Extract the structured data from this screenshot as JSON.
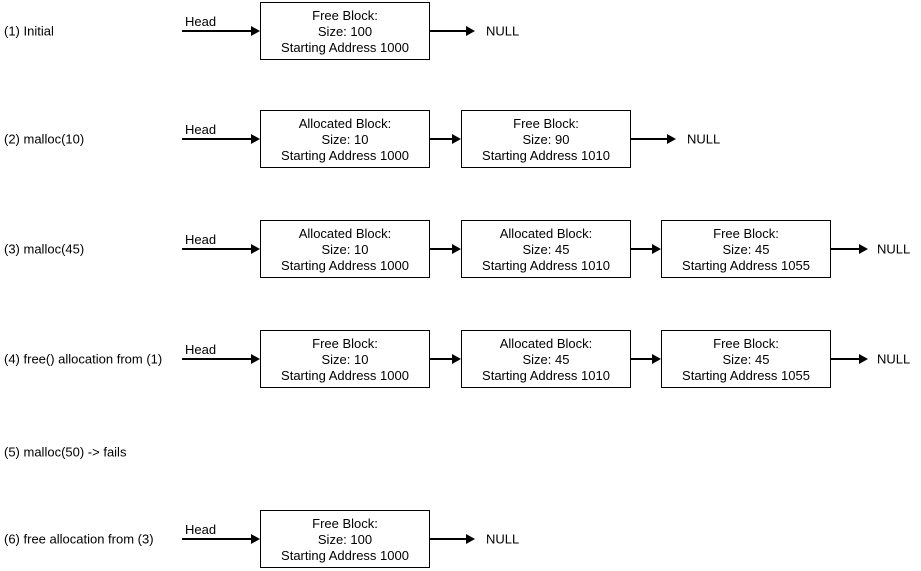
{
  "colors": {
    "background": "#ffffff",
    "line": "#000000",
    "text": "#000000",
    "box_fill": "#ffffff"
  },
  "rows": [
    {
      "label": "(1) Initial",
      "head": "Head",
      "null_text": "NULL",
      "blocks": [
        {
          "title": "Free Block:",
          "size": "Size: 100",
          "address": "Starting Address 1000"
        }
      ]
    },
    {
      "label": "(2) malloc(10)",
      "head": "Head",
      "null_text": "NULL",
      "blocks": [
        {
          "title": "Allocated Block:",
          "size": "Size: 10",
          "address": "Starting Address 1000"
        },
        {
          "title": "Free Block:",
          "size": "Size: 90",
          "address": "Starting Address 1010"
        }
      ]
    },
    {
      "label": "(3) malloc(45)",
      "head": "Head",
      "null_text": "NULL",
      "blocks": [
        {
          "title": "Allocated Block:",
          "size": "Size: 10",
          "address": "Starting Address 1000"
        },
        {
          "title": "Allocated Block:",
          "size": "Size: 45",
          "address": "Starting Address 1010"
        },
        {
          "title": "Free Block:",
          "size": "Size: 45",
          "address": "Starting Address 1055"
        }
      ]
    },
    {
      "label": "(4) free() allocation from (1)",
      "head": "Head",
      "null_text": "NULL",
      "blocks": [
        {
          "title": "Free Block:",
          "size": "Size: 10",
          "address": "Starting Address 1000"
        },
        {
          "title": "Allocated Block:",
          "size": "Size: 45",
          "address": "Starting Address 1010"
        },
        {
          "title": "Free Block:",
          "size": "Size: 45",
          "address": "Starting Address 1055"
        }
      ]
    },
    {
      "label": "(5) malloc(50) -> fails",
      "blocks": []
    },
    {
      "label": "(6) free allocation from (3)",
      "head": "Head",
      "null_text": "NULL",
      "blocks": [
        {
          "title": "Free Block:",
          "size": "Size: 100",
          "address": "Starting Address 1000"
        }
      ]
    }
  ]
}
